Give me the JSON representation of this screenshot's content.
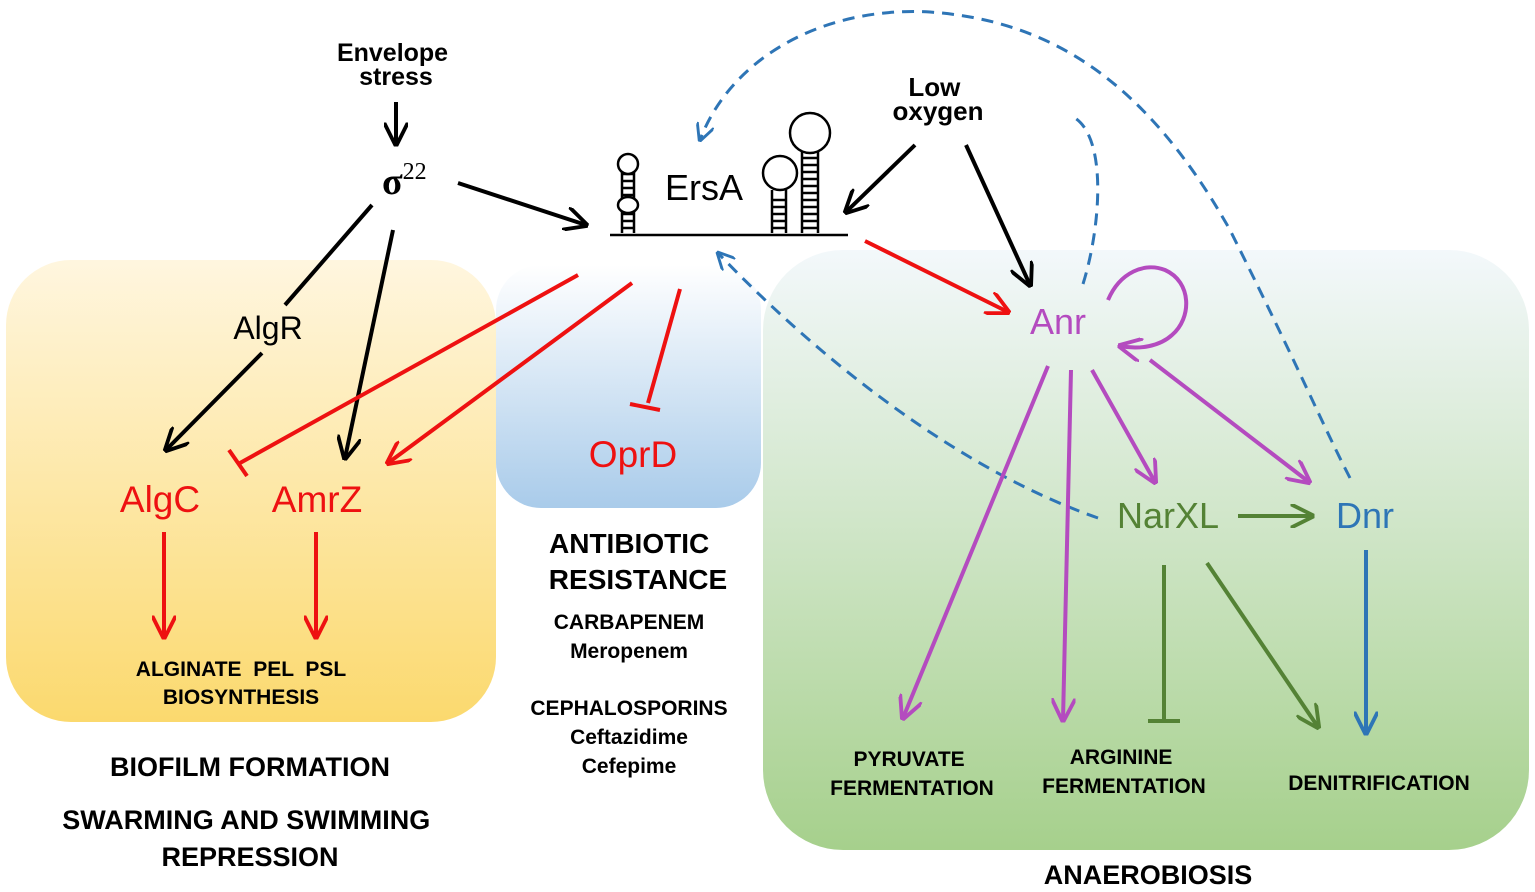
{
  "colors": {
    "black": "#000000",
    "red": "#ee1111",
    "purple": "#b44bbf",
    "green": "#548235",
    "blue": "#2e75b6",
    "biofilm_panel": "#fbd96e",
    "resistance_panel": "#a9cbea",
    "anaerobiosis_panel": "#a6d08c"
  },
  "inputs": {
    "envelope_stress": [
      "Envelope",
      "stress"
    ],
    "low_oxygen": [
      "Low",
      "oxygen"
    ]
  },
  "regulators": {
    "sigma": "σ",
    "sigma_superscript": "22",
    "ersa": "ErsA",
    "algr": "AlgR",
    "anr": "Anr",
    "narxl": "NarXL",
    "dnr": "Dnr"
  },
  "targets": {
    "algc": "AlgC",
    "amrz": "AmrZ",
    "oprd": "OprD"
  },
  "biofilm_panel": {
    "products": "ALGINATE  PEL  PSL",
    "products_line2": "BIOSYNTHESIS",
    "phenotype1": "BIOFILM FORMATION",
    "phenotype2": [
      "SWARMING AND SWIMMING",
      "REPRESSION"
    ]
  },
  "resistance_panel": {
    "title": [
      "ANTIBIOTIC",
      "RESISTANCE"
    ],
    "class1": "CARBAPENEM",
    "class1_drugs": [
      "Meropenem"
    ],
    "class2": "CEPHALOSPORINS",
    "class2_drugs": [
      "Ceftazidime",
      "Cefepime"
    ]
  },
  "anaerobiosis_panel": {
    "pyruvate": [
      "PYRUVATE",
      "FERMENTATION"
    ],
    "arginine": [
      "ARGININE",
      "FERMENTATION"
    ],
    "denitrification": "DENITRIFICATION",
    "title": "ANAEROBIOSIS"
  }
}
